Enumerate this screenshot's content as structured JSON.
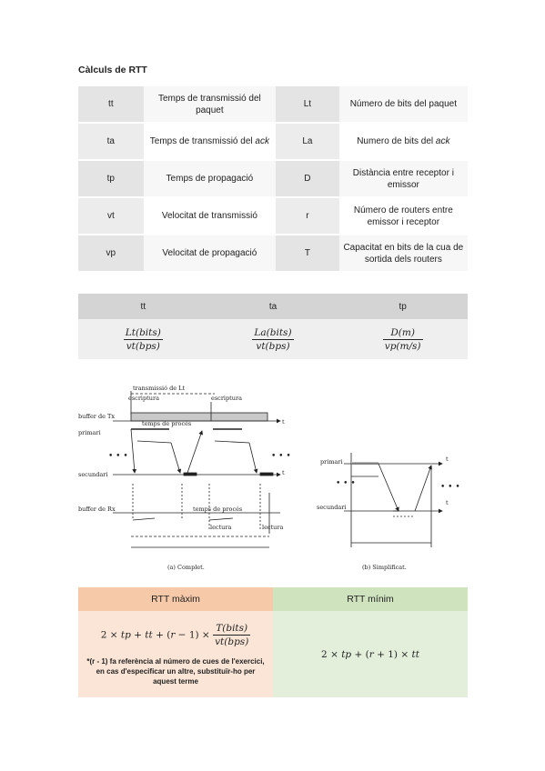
{
  "title": "Càlculs de RTT",
  "definitions": [
    {
      "sym1": "tt",
      "desc1": "Temps de transmissió del paquet",
      "sym2": "Lt",
      "desc2": "Número de bits del paquet"
    },
    {
      "sym1": "ta",
      "desc1": "Temps de transmissió del ",
      "desc1_em": "ack",
      "sym2": "La",
      "desc2": "Numero de bits del ",
      "desc2_em": "ack"
    },
    {
      "sym1": "tp",
      "desc1": "Temps de propagació",
      "sym2": "D",
      "desc2": "Distància entre receptor i emissor"
    },
    {
      "sym1": "vt",
      "desc1": "Velocitat de transmissió",
      "sym2": "r",
      "desc2": "Número de routers entre emissor i receptor"
    },
    {
      "sym1": "vp",
      "desc1": "Velocitat de propagació",
      "sym2": "T",
      "desc2": "Capacitat en bits de la cua de sortida dels routers"
    }
  ],
  "formulas": {
    "headers": [
      "tt",
      "ta",
      "tp"
    ],
    "rows": [
      {
        "num": "Lt(bits)",
        "den": "vt(bps)"
      },
      {
        "num": "La(bits)",
        "den": "vt(bps)"
      },
      {
        "num": "D(m)",
        "den": "vp(m/s)"
      }
    ]
  },
  "diagram": {
    "label_transmissio": "transmissió de Lt",
    "label_escriptura_1": "escriptura",
    "label_escriptura_2": "escriptura",
    "label_buffer_tx": "buffer de Tx",
    "label_primari": "primari",
    "label_temps_proces_1": "temps de procés",
    "label_secundari": "secundari",
    "label_buffer_rx": "buffer de Rx",
    "label_temps_proces_2": "temps de procés",
    "label_lectura_1": "lectura",
    "label_lectura_2": "lectura",
    "label_t": "t",
    "caption_a": "(a) Complet.",
    "caption_b": "(b) Simplificat.",
    "label_primari_b": "primari",
    "label_secundari_b": "secundari",
    "label_dots": "• • •"
  },
  "rtt": {
    "header_max": "RTT màxim",
    "header_min": "RTT mínim",
    "note": "*(r - 1) fa referència al número de cues de l'exercici, en cas d'especificar un altre, substituïr-ho per aquest terme"
  }
}
